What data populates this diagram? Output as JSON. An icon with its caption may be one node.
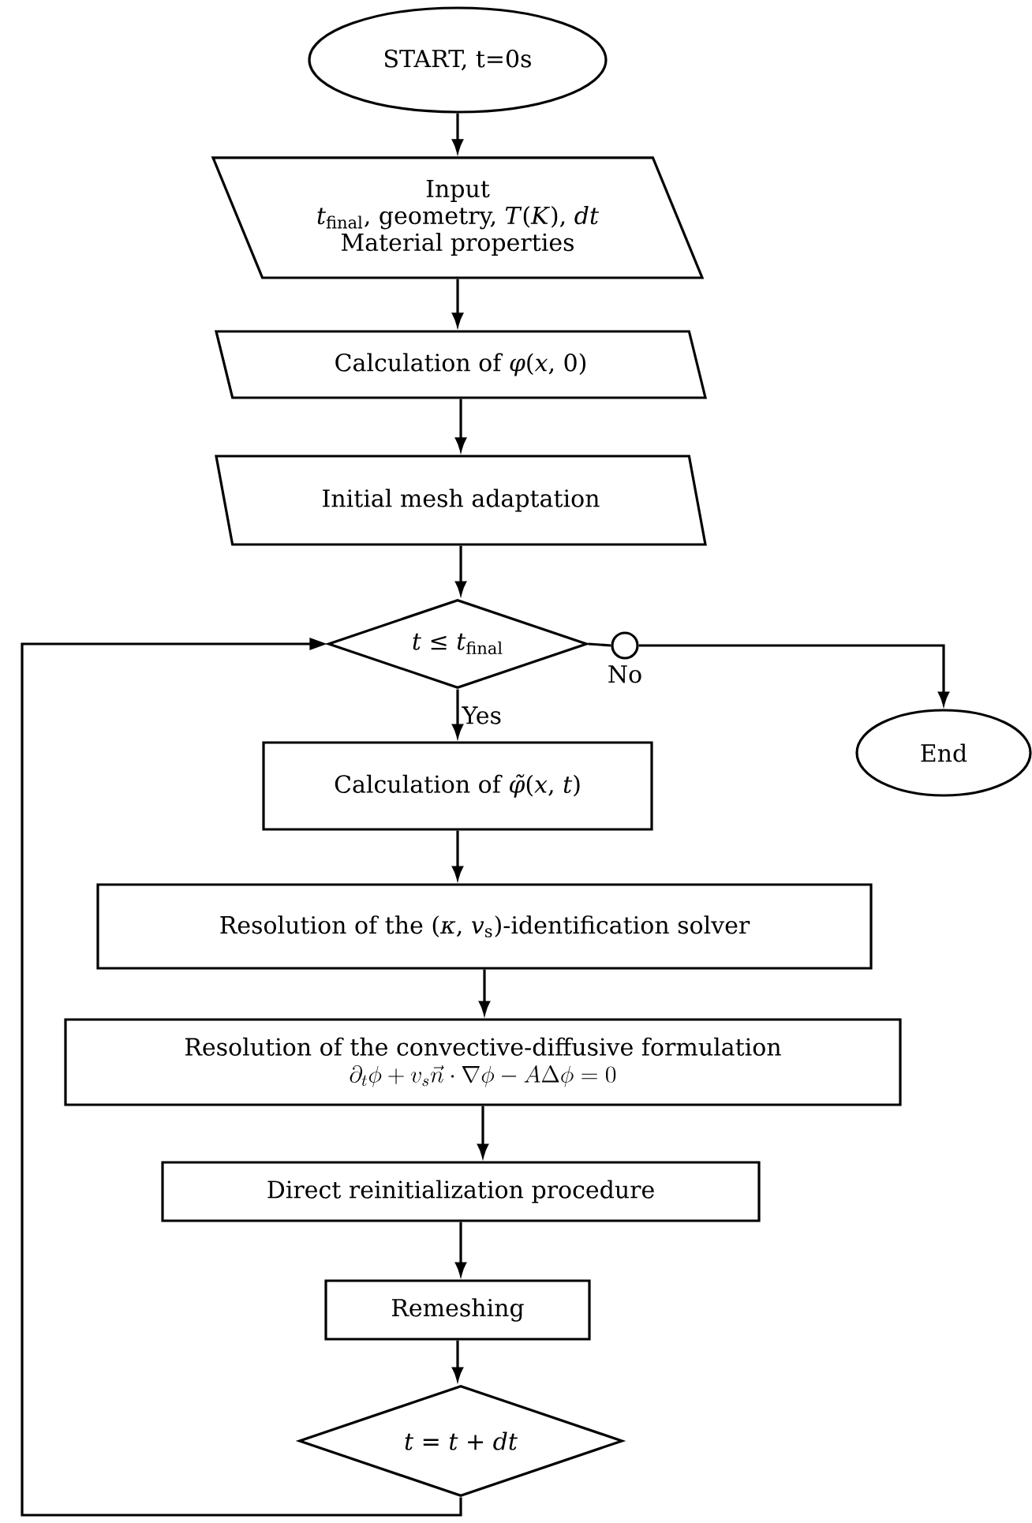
{
  "diagram": {
    "nodes": [
      {
        "text": [
          "START, t=0s"
        ]
      },
      {
        "text": [
          "Input",
          "*t*$_{final}$, geometry, *T*(*K*), *dt*",
          "Material properties"
        ]
      },
      {
        "text": [
          "Calculation of *φ*(*x*, 0)"
        ]
      },
      {
        "text": [
          "Initial mesh adaptation"
        ]
      },
      {
        "text": [
          "*t* ≤ *t*$_{final}$"
        ]
      },
      {
        "text": [],
        "shape": "circle",
        "beside": [
          "No"
        ]
      },
      {
        "text": [
          "End"
        ]
      },
      {
        "text": [
          "Calculation of *φ̃*(*x*, *t*)"
        ]
      },
      {
        "text": [
          "Resolution of the (*κ*, *v*$_{s}$)-identification solver"
        ]
      },
      {
        "text": [
          "Resolution of the convective-diffusive formulation",
          "\\partial_t \\phi + v_s \\vec{n} \\cdot \\nabla \\phi - A \\Delta \\phi = 0"
        ]
      },
      {
        "text": [
          "Direct reinitialization procedure"
        ]
      },
      {
        "text": [
          "Remeshing"
        ]
      },
      {
        "text": [
          "*t* = *t* + *dt*"
        ]
      }
    ],
    "edges": [
      {
        "from": 0,
        "to": 1,
        "arrow": "to"
      },
      {
        "from": 1,
        "to": 2,
        "arrow": "to"
      },
      {
        "from": 2,
        "to": 3,
        "arrow": "to"
      },
      {
        "from": 3,
        "to": 4,
        "arrow": "to"
      },
      {
        "from": 4,
        "to": 5,
        "arrow": "none"
      },
      {
        "from": 5,
        "to": 6,
        "arrow": "to"
      },
      {
        "from": 4,
        "to": 7,
        "arrow": "to",
        "label": "Yes"
      },
      {
        "from": 7,
        "to": 8,
        "arrow": "to"
      },
      {
        "from": 8,
        "to": 9,
        "arrow": "to"
      },
      {
        "from": 9,
        "to": 10,
        "arrow": "to"
      },
      {
        "from": 10,
        "to": 11,
        "arrow": "to"
      },
      {
        "from": 11,
        "to": 12,
        "arrow": "to"
      },
      {
        "from": 12,
        "to": 4,
        "arrow": "to"
      }
    ]
  }
}
